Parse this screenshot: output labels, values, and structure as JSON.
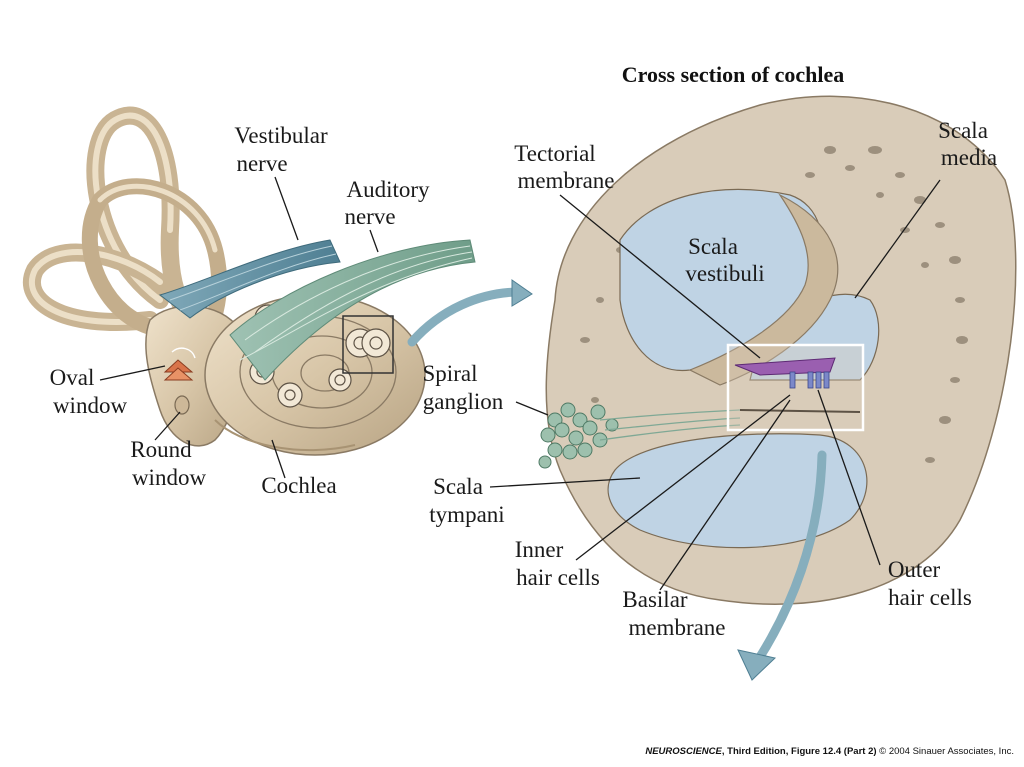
{
  "title": "Cross section of cochlea",
  "labels": {
    "vestibular_nerve": [
      "Vestibular",
      "nerve"
    ],
    "auditory_nerve": [
      "Auditory",
      "nerve"
    ],
    "oval_window": [
      "Oval",
      "window"
    ],
    "round_window": [
      "Round",
      "window"
    ],
    "cochlea": [
      "Cochlea"
    ],
    "tectorial_membrane": [
      "Tectorial",
      "membrane"
    ],
    "scala_media": [
      "Scala",
      "media"
    ],
    "scala_vestibuli": [
      "Scala",
      "vestibuli"
    ],
    "spiral_ganglion": [
      "Spiral",
      "ganglion"
    ],
    "scala_tympani": [
      "Scala",
      "tympani"
    ],
    "inner_hair_cells": [
      "Inner",
      "hair cells"
    ],
    "basilar_membrane": [
      "Basilar",
      "membrane"
    ],
    "outer_hair_cells": [
      "Outer",
      "hair cells"
    ]
  },
  "credit": {
    "book": "NEUROSCIENCE",
    "edition": ", Third Edition",
    "figure": ", Figure 12.4 (Part 2)",
    "copyright": "  © 2004 Sinauer Associates, Inc."
  },
  "colors": {
    "bone": "#d7c7ae",
    "bone_dark": "#8a7a64",
    "fluid": "#bfd3e4",
    "nerve_teal": "#6f9aa8",
    "nerve_green": "#8fb3a2",
    "membrane_purple": "#9a5fb0",
    "window_orange": "#d9744a"
  }
}
